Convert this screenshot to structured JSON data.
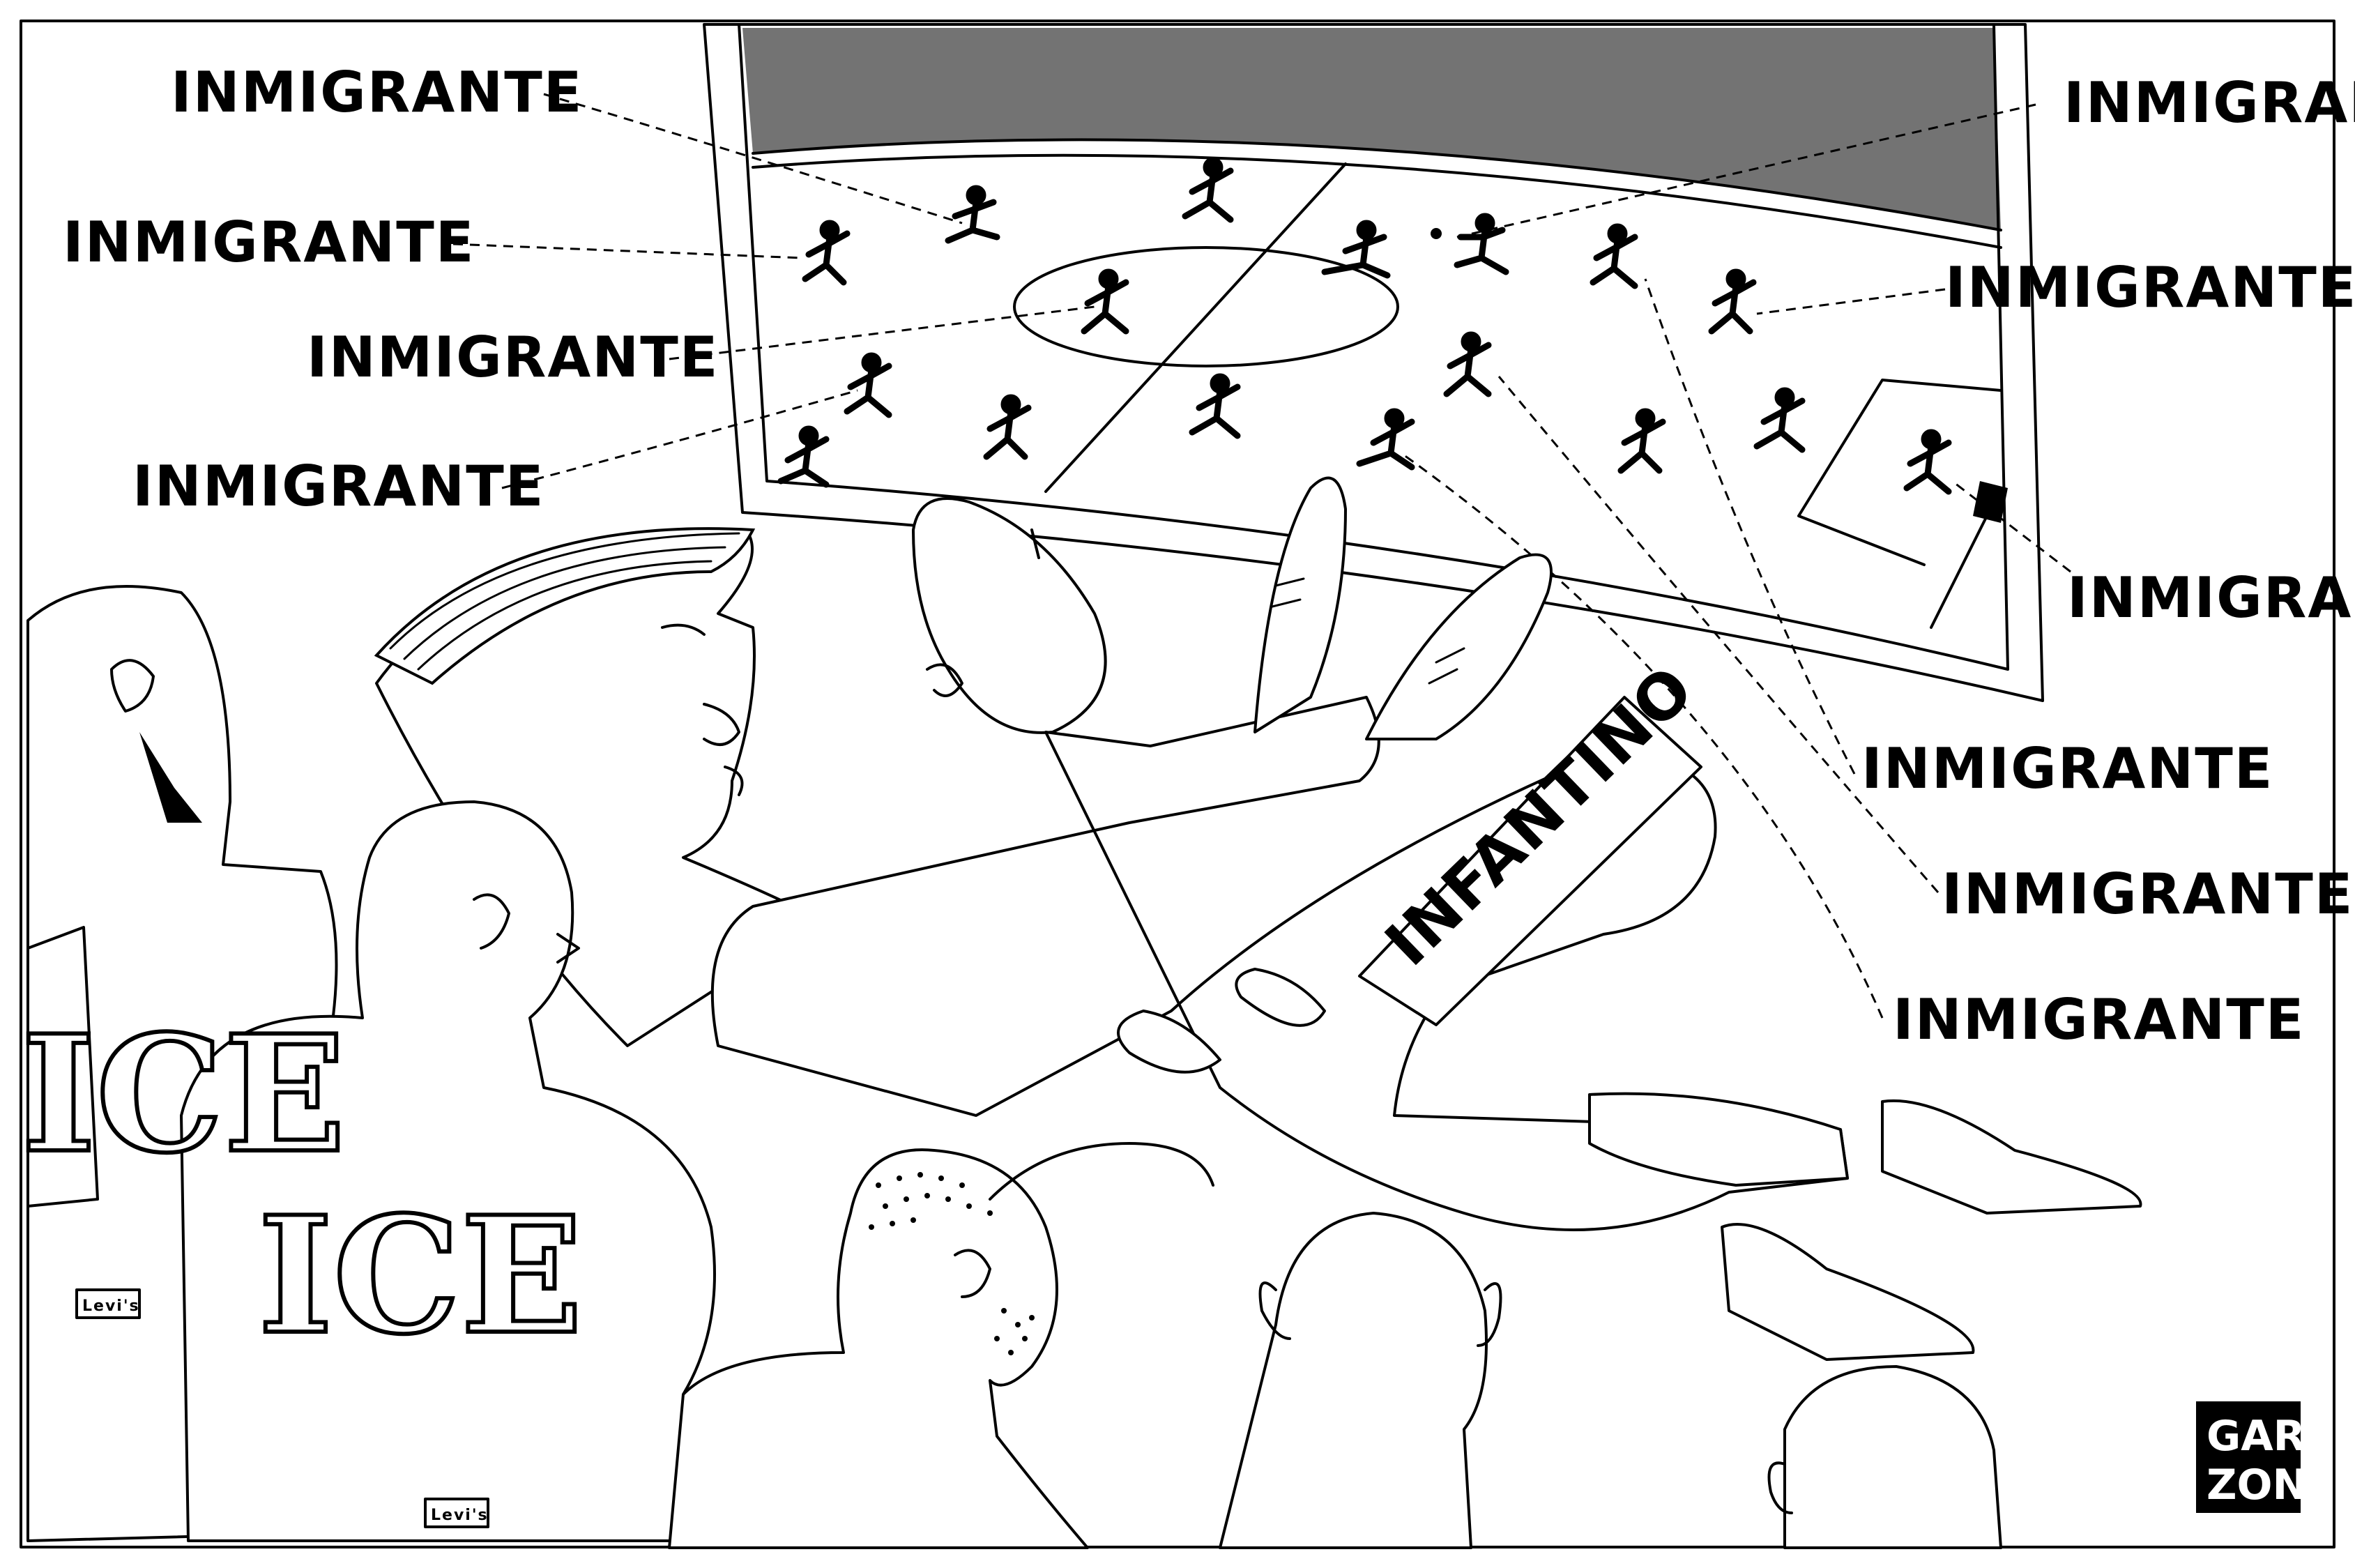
{
  "labels": {
    "immigrant": [
      "INMIGRANTE",
      "INMIGRANTE",
      "INMIGRANTE",
      "INMIGRANTE",
      "INMIGRAN",
      "INMIGRANTE",
      "INMIGRAN",
      "INMIGRANTE",
      "INMIGRANTE",
      "INMIGRANTE"
    ],
    "sash": "INFANTINO",
    "vest_left": "ICE",
    "vest_center": "ICE",
    "jeans_tag_1": "Levi's",
    "jeans_tag_2": "Levi's"
  },
  "signature": "GAR ZON",
  "colors": {
    "ink": "#000000",
    "paper": "#ffffff"
  }
}
